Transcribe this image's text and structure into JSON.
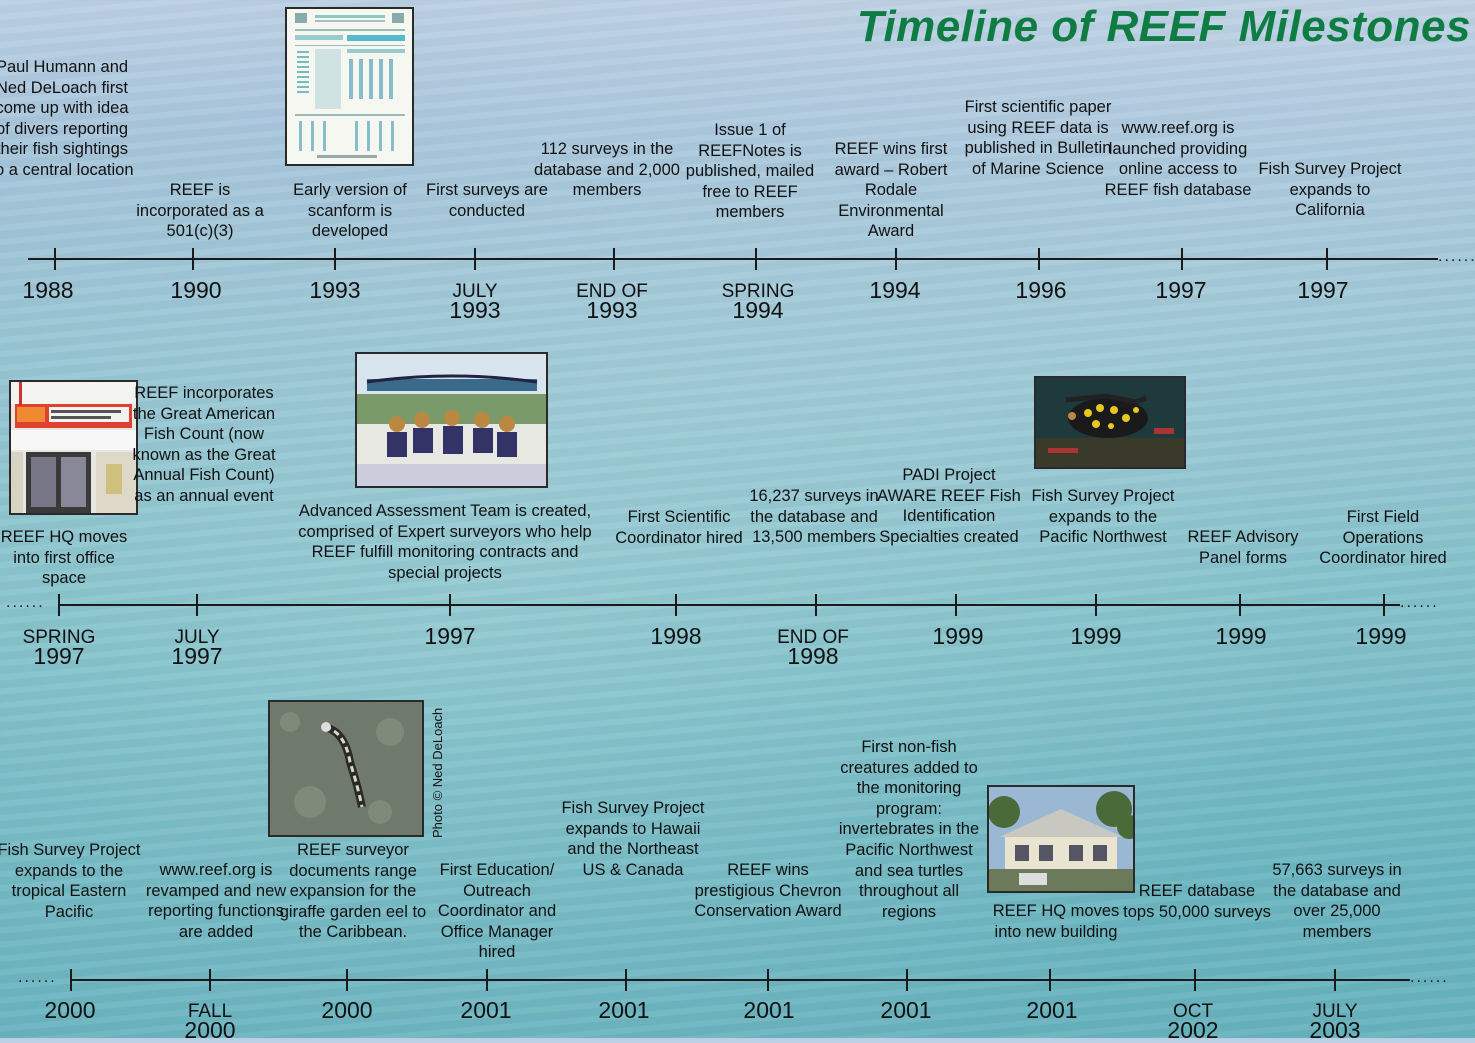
{
  "title": "Timeline of REEF Milestones",
  "ellipsis": "......",
  "photo_credit": "Photo © Ned DeLoach",
  "rows": [
    {
      "events": [
        {
          "date": "1988",
          "text": "Paul Humann and Ned DeLoach first come up with idea of divers reporting their fish sightings to a central location"
        },
        {
          "date": "1990",
          "text": "REEF is incorporated as a 501(c)(3)"
        },
        {
          "date": "1993",
          "text": "Early version of scanform is developed"
        },
        {
          "date_small": "JULY",
          "date": "1993",
          "text": "First surveys are conducted"
        },
        {
          "date_small": "END OF",
          "date": "1993",
          "text": "112 surveys in the database and 2,000 members"
        },
        {
          "date_small": "SPRING",
          "date": "1994",
          "text": "Issue 1 of REEFNotes is published, mailed free to REEF members"
        },
        {
          "date": "1994",
          "text": "REEF wins first award – Robert Rodale Environmental Award"
        },
        {
          "date": "1996",
          "text": "First scientific paper using REEF data is published in Bulletin of Marine Science"
        },
        {
          "date": "1997",
          "text": "www.reef.org is launched providing online access to REEF fish database"
        },
        {
          "date": "1997",
          "text": "Fish Survey Project expands to California"
        }
      ]
    },
    {
      "events": [
        {
          "date_small": "SPRING",
          "date": "1997",
          "text": "REEF HQ moves into first office space"
        },
        {
          "date_small": "JULY",
          "date": "1997",
          "text": "REEF incorporates the Great American Fish Count (now known as the Great Annual Fish Count) as an annual event"
        },
        {
          "date": "1997",
          "text": "Advanced Assessment Team is created, comprised of Expert surveyors who help REEF fulfill monitoring contracts and special projects"
        },
        {
          "date": "1998",
          "text": "First Scientific Coordinator hired"
        },
        {
          "date_small": "END OF",
          "date": "1998",
          "text": "16,237 surveys in the database and 13,500 members"
        },
        {
          "date": "1999",
          "text": "PADI Project AWARE REEF Fish Identification Specialties created"
        },
        {
          "date": "1999",
          "text": "Fish Survey Project expands to the Pacific Northwest"
        },
        {
          "date": "1999",
          "text": "REEF Advisory Panel forms"
        },
        {
          "date": "1999",
          "text": "First Field Operations Coordinator hired"
        }
      ]
    },
    {
      "events": [
        {
          "date": "2000",
          "text": "Fish Survey Project expands to the tropical Eastern Pacific"
        },
        {
          "date_small": "FALL",
          "date": "2000",
          "text": "www.reef.org is revamped and new reporting functions are added"
        },
        {
          "date": "2000",
          "text": "REEF surveyor documents range expansion for the giraffe garden eel to the Caribbean."
        },
        {
          "date": "2001",
          "text": "First Education/ Outreach Coordinator and Office Manager hired"
        },
        {
          "date": "2001",
          "text": "Fish Survey Project expands to Hawaii and the Northeast US & Canada"
        },
        {
          "date": "2001",
          "text": "REEF wins prestigious Chevron Conservation Award"
        },
        {
          "date": "2001",
          "text": "First non-fish creatures added to the monitoring program: invertebrates in the Pacific Northwest and sea turtles throughout all regions"
        },
        {
          "date": "2001",
          "text": "REEF HQ moves into new building"
        },
        {
          "date_small": "OCT",
          "date": "2002",
          "text": "REEF database tops 50,000 surveys"
        },
        {
          "date_small": "JULY",
          "date": "2003",
          "text": "57,663 surveys in the database and over 25,000 members"
        }
      ]
    }
  ]
}
